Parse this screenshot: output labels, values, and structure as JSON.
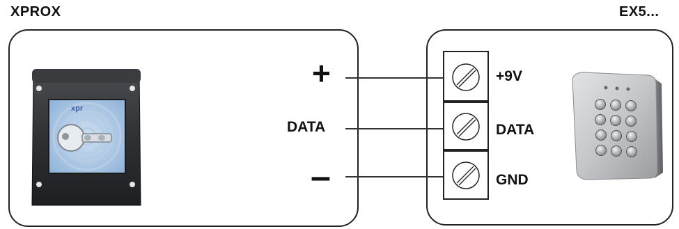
{
  "left_device": {
    "title": "XPROX",
    "reader_logo": "xpr",
    "connections": [
      "+",
      "DATA",
      "–"
    ]
  },
  "right_device": {
    "title": "EX5...",
    "terminals": [
      "+9V",
      "DATA",
      "GND"
    ]
  },
  "icons": [
    "card-reader-image",
    "key-icon",
    "terminal-screw-icon",
    "keypad-image"
  ]
}
